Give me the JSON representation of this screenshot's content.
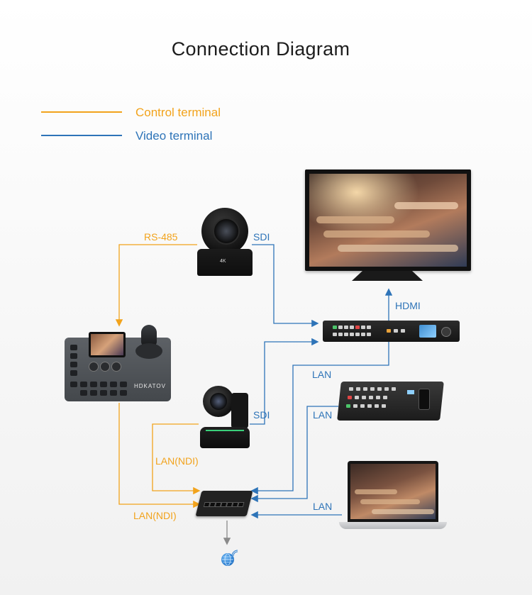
{
  "title": "Connection Diagram",
  "legend": {
    "control": {
      "label": "Control terminal",
      "color": "#f2a31c"
    },
    "video": {
      "label": "Video terminal",
      "color": "#2e74b8"
    }
  },
  "labels": {
    "rs485": "RS-485",
    "sdi_top": "SDI",
    "hdmi": "HDMI",
    "lan_switcher": "LAN",
    "lan_controller": "LAN",
    "sdi_ptz": "SDI",
    "lan_ndi_ptz": "LAN(NDI)",
    "lan_ndi_keyboard": "LAN(NDI)",
    "lan_laptop": "LAN"
  },
  "keyboard_brand": "HDKATOV",
  "camera_badge": "4K",
  "icons": {
    "network": "globe-icon"
  }
}
